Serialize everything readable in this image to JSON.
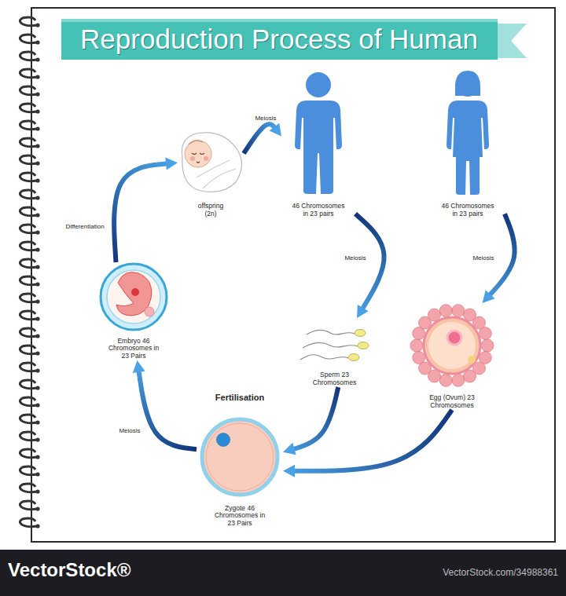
{
  "diagram": {
    "title": "Reproduction Process of Human",
    "nodes": [
      {
        "text": [
          "offspring (2n)"
        ]
      },
      {
        "text": [
          "46 Chromosomes in 23 pairs"
        ]
      },
      {
        "text": [
          "46 Chromosomes in 23 pairs"
        ]
      },
      {
        "text": [
          "Embryo 46 Chromosomes in 23 Pairs"
        ]
      },
      {
        "text": [
          "Sperm 23 Chromosomes"
        ]
      },
      {
        "text": [
          "Egg (Ovum) 23 Chromosomes"
        ]
      },
      {
        "text": [
          "Fertilisation",
          "Zygote 46 Chromosomes in 23 Pairs"
        ]
      }
    ],
    "edges": [
      {
        "from": 0,
        "to": 1,
        "arrow": "to",
        "label": "Meiosis"
      },
      {
        "from": 1,
        "to": 4,
        "arrow": "to",
        "label": "Meiosis"
      },
      {
        "from": 2,
        "to": 5,
        "arrow": "to",
        "label": "Meiosis"
      },
      {
        "from": 4,
        "to": 6,
        "arrow": "to"
      },
      {
        "from": 5,
        "to": 6,
        "arrow": "to"
      },
      {
        "from": 6,
        "to": 3,
        "arrow": "to",
        "label": "Meiosis"
      },
      {
        "from": 3,
        "to": 0,
        "arrow": "to",
        "label": "Differentiation"
      }
    ],
    "labels": [
      "VectorStock®",
      "VectorStock.com/34988361"
    ]
  }
}
